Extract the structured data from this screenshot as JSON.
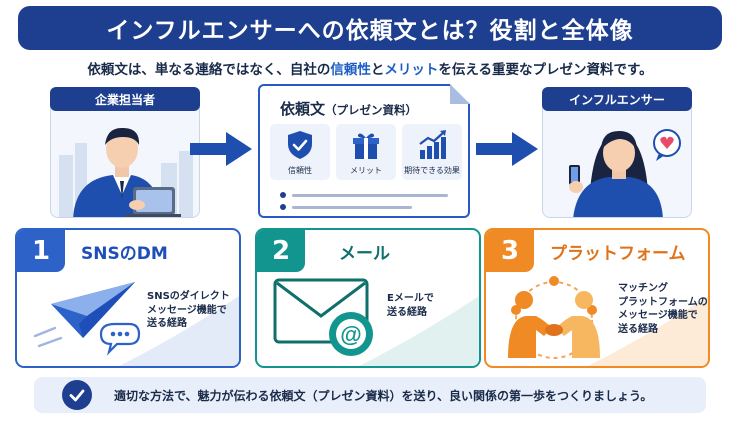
{
  "title": "インフルエンサーへの依頼文とは？役割と全体像",
  "subtitle": {
    "part1": "依頼文は、単なる連絡ではなく、自社の",
    "highlight1": "信頼性",
    "part2": "と",
    "highlight2": "メリット",
    "part3": "を伝える重要なプレゼン資料です。"
  },
  "sender_label": "企業担当者",
  "receiver_label": "インフルエンサー",
  "document": {
    "title": "依頼文",
    "title_sub": "（プレゼン資料）",
    "items": [
      "信頼性",
      "メリット",
      "期待できる効果"
    ]
  },
  "methods": [
    {
      "number": "1",
      "title": "SNSのDM",
      "desc": [
        "SNSのダイレクト",
        "メッセージ機能で",
        "送る経路"
      ]
    },
    {
      "number": "2",
      "title": "メール",
      "desc": [
        "Eメールで",
        "送る経路"
      ]
    },
    {
      "number": "3",
      "title": "プラットフォーム",
      "desc": [
        "マッチング",
        "プラットフォームの",
        "メッセージ機能で",
        "送る経路"
      ]
    }
  ],
  "footer": "適切な方法で、魅力が伝わる依頼文（プレゼン資料）を送り、良い関係の第一歩をつくりましょう。",
  "colors": {
    "navy": "#1e3f8f",
    "blue": "#2d62c8",
    "teal": "#12958f",
    "orange": "#f08a24"
  }
}
